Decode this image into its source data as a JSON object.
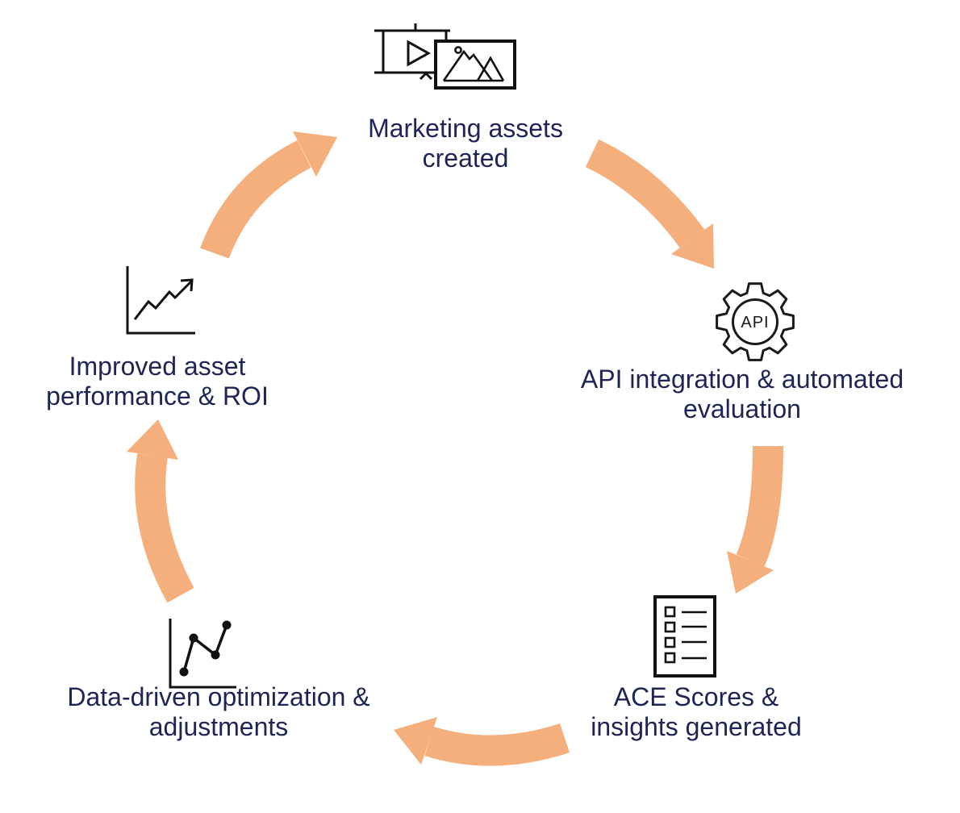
{
  "diagram": {
    "type": "cycle",
    "accent_color": "#F4AF7C",
    "text_color": "#1E2456",
    "icon_color": "#111111",
    "nodes": [
      {
        "id": "marketing",
        "icon": "video-image-icon",
        "line1": "Marketing assets",
        "line2": "created"
      },
      {
        "id": "api",
        "icon": "api-gear-icon",
        "line1": "API integration & automated",
        "line2": "evaluation",
        "icon_text": "API"
      },
      {
        "id": "ace",
        "icon": "checklist-icon",
        "line1": "ACE Scores &",
        "line2": "insights generated"
      },
      {
        "id": "data",
        "icon": "line-chart-icon",
        "line1": "Data-driven optimization &",
        "line2": "adjustments"
      },
      {
        "id": "roi",
        "icon": "growth-chart-icon",
        "line1": "Improved asset",
        "line2": "performance & ROI"
      }
    ],
    "arrows": [
      "roi-to-marketing",
      "marketing-to-api",
      "api-to-ace",
      "ace-to-data",
      "data-to-roi"
    ]
  }
}
